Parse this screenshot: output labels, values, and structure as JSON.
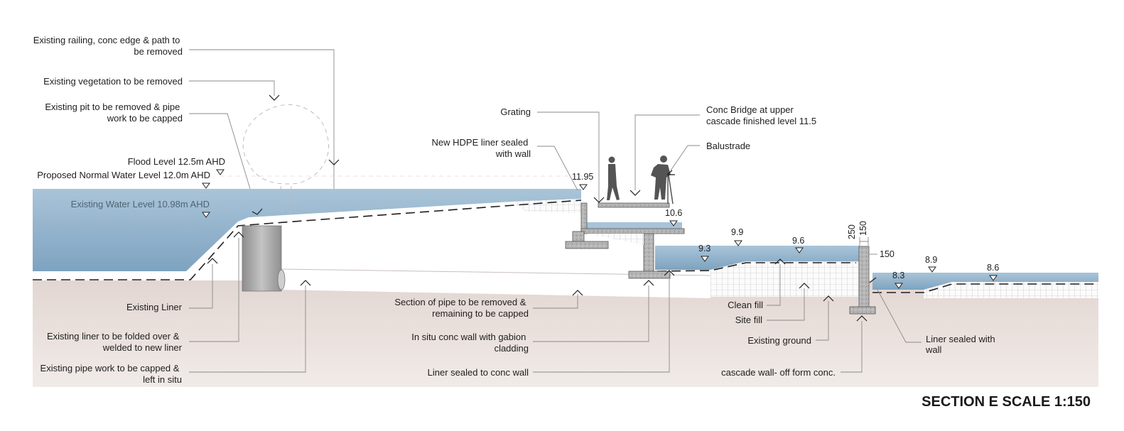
{
  "title": "SECTION E SCALE 1:150",
  "colors": {
    "water": "#8fb2cc",
    "ground": "#e9dfdb",
    "concrete": "#a9a9a9",
    "leader": "#8a8a8a"
  },
  "labels": {
    "railing": [
      "Existing railing, conc edge & path to",
      "be removed"
    ],
    "vegetation": [
      "Existing vegetation to be removed"
    ],
    "pit": [
      "Existing pit to be removed & pipe",
      "work to be capped"
    ],
    "flood_level": "Flood Level 12.5m AHD",
    "normal_water_level": "Proposed Normal Water Level 12.0m AHD",
    "existing_water_level": "Existing Water Level 10.98m AHD",
    "existing_liner": [
      "Existing Liner"
    ],
    "liner_folded": [
      "Existing liner to be folded over &",
      "welded to new liner"
    ],
    "pipe_capped": [
      "Existing pipe work to be capped &",
      "left in situ"
    ],
    "grating": [
      "Grating"
    ],
    "hdpe_liner": [
      "New HDPE liner sealed",
      "with  wall"
    ],
    "conc_bridge": [
      "Conc Bridge at upper",
      "cascade finished level 11.5"
    ],
    "balustrade": [
      "Balustrade"
    ],
    "section_pipe": [
      "Section of pipe to be removed &",
      "remaining to be capped"
    ],
    "insitu_wall": [
      "In situ conc wall with gabion",
      "cladding"
    ],
    "liner_conc_wall": [
      "Liner sealed to conc wall"
    ],
    "clean_fill": [
      "Clean fill"
    ],
    "site_fill": [
      "Site fill"
    ],
    "existing_ground": [
      "Existing ground"
    ],
    "cascade_wall": [
      "cascade wall- off form conc."
    ],
    "liner_sealed_wall": [
      "Liner sealed with",
      "wall"
    ]
  },
  "levels": {
    "l1195": "11.95",
    "l106": "10.6",
    "l99": "9.9",
    "l96": "9.6",
    "l93": "9.3",
    "l250": "250",
    "l150v": "150",
    "l150": "150",
    "l89": "8.9",
    "l86": "8.6",
    "l83": "8.3"
  }
}
